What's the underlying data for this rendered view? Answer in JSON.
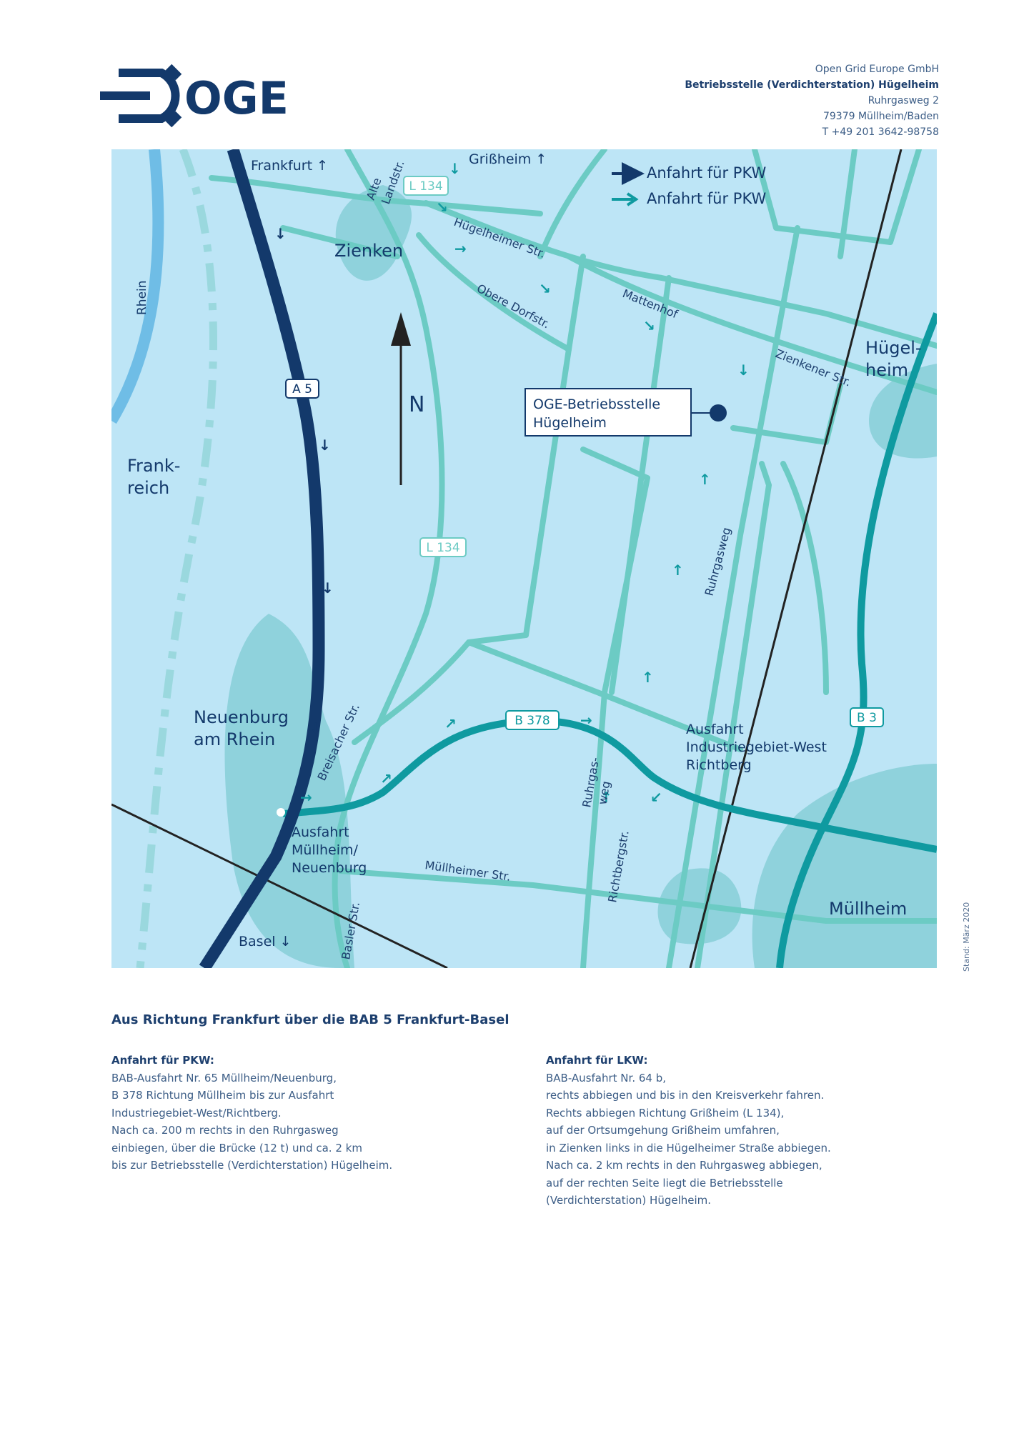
{
  "logo": {
    "text": "OGE"
  },
  "address": {
    "company": "Open Grid Europe GmbH",
    "site": "Betriebsstelle (Verdichterstation) Hügelheim",
    "street": "Ruhrgasweg 2",
    "city": "79379 Müllheim/Baden",
    "phone": "T +49 201 3642-98758"
  },
  "map": {
    "legend": {
      "pkw_dark": "Anfahrt für PKW",
      "pkw_teal": "Anfahrt für PKW"
    },
    "north": "N",
    "road_labels": {
      "a5": "A 5",
      "l134_top": "L 134",
      "l134_mid": "L 134",
      "b378": "B 378",
      "b3": "B 3"
    },
    "places": {
      "frankfurt": "Frankfurt ↑",
      "grissheim": "Grißheim ↑",
      "basel": "Basel ↓",
      "rhein": "Rhein",
      "zienken": "Zienken",
      "frankreich_1": "Frank-",
      "frankreich_2": "reich",
      "neuenburg_1": "Neuenburg",
      "neuenburg_2": "am Rhein",
      "huegelheim_1": "Hügel-",
      "huegelheim_2": "heim",
      "muellheim": "Müllheim"
    },
    "streets": {
      "alte": "Alte",
      "landstr": "Landstr.",
      "huegelheimer": "Hügelheimer Str.",
      "obere": "Obere Dorfstr.",
      "mattenhof": "Mattenhof",
      "zienkener": "Zienkener Str.",
      "ruhrgasweg": "Ruhrgasweg",
      "ruhrgas_1": "Ruhrgas-",
      "ruhrgas_2": "weg",
      "richtberg": "Richtbergstr.",
      "breisacher": "Breisacher Str.",
      "muellheimer": "Müllheimer Str.",
      "basler": "Basler Str."
    },
    "exits": {
      "exit1_1": "Ausfahrt",
      "exit1_2": "Müllheim/",
      "exit1_3": "Neuenburg",
      "exit2_1": "Ausfahrt",
      "exit2_2": "Industriegebiet-West",
      "exit2_3": "Richtberg"
    },
    "destination": {
      "line1": "OGE-Betriebsstelle",
      "line2": "Hügelheim"
    }
  },
  "stand": "Stand: März 2020",
  "directions": {
    "title": "Aus Richtung Frankfurt über die BAB 5 Frankfurt-Basel",
    "pkw": {
      "heading": "Anfahrt für PKW:",
      "lines": [
        "BAB-Ausfahrt Nr. 65 Müllheim/Neuenburg,",
        "B 378 Richtung Müllheim bis zur Ausfahrt",
        "Industriegebiet-West/Richtberg.",
        "Nach ca. 200 m rechts in den Ruhrgasweg",
        "einbiegen, über die Brücke (12 t) und ca. 2 km",
        "bis zur Betriebsstelle (Verdichterstation) Hügelheim."
      ]
    },
    "lkw": {
      "heading": "Anfahrt für LKW:",
      "lines": [
        "BAB-Ausfahrt Nr. 64 b,",
        "rechts abbiegen und bis in den Kreisverkehr fahren.",
        "Rechts abbiegen Richtung Grißheim (L 134),",
        "auf der Ortsumgehung Grißheim umfahren,",
        "in Zienken links in die Hügelheimer Straße abbiegen.",
        "Nach ca. 2 km rechts in den Ruhrgasweg abbiegen,",
        "auf der rechten Seite liegt die Betriebsstelle",
        "(Verdichterstation) Hügelheim."
      ]
    }
  },
  "colors": {
    "navy": "#13396b",
    "teal_road": "#6ccbc4",
    "dark_teal": "#0f9aa0",
    "water": "#bde5f6",
    "town": "#8fd2dc",
    "river": "#6fbde6"
  }
}
